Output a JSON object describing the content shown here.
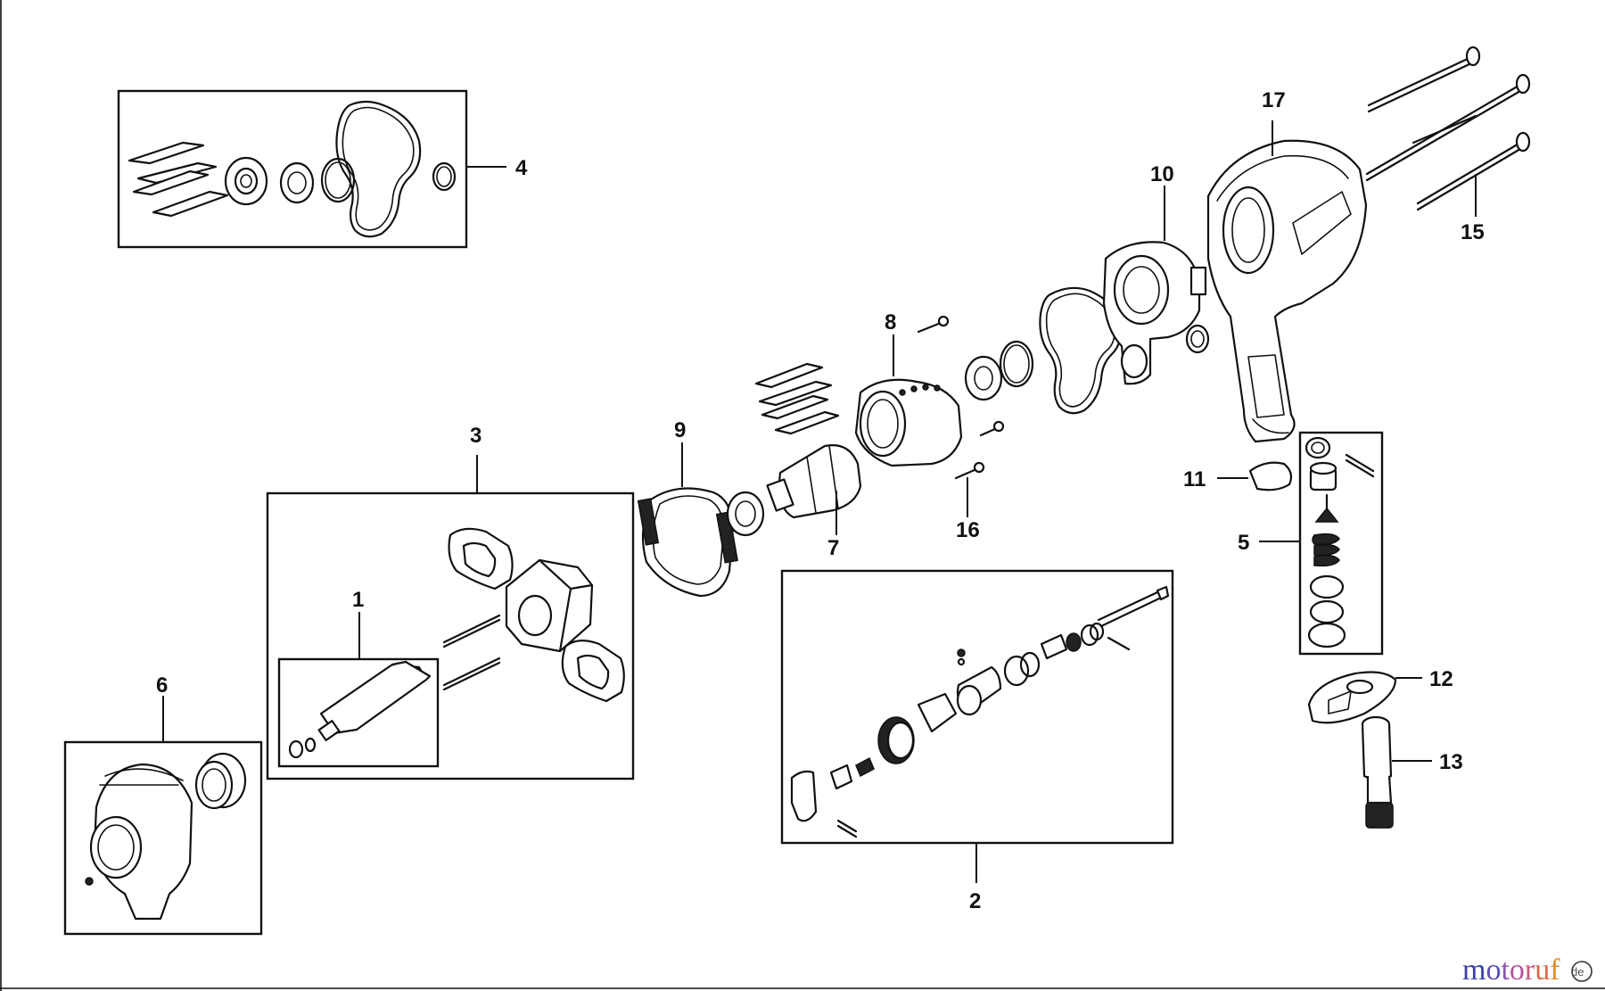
{
  "diagram": {
    "callouts": [
      {
        "id": "1",
        "text": "1"
      },
      {
        "id": "2",
        "text": "2"
      },
      {
        "id": "3",
        "text": "3"
      },
      {
        "id": "4",
        "text": "4"
      },
      {
        "id": "5",
        "text": "5"
      },
      {
        "id": "6",
        "text": "6"
      },
      {
        "id": "7",
        "text": "7"
      },
      {
        "id": "8",
        "text": "8"
      },
      {
        "id": "9",
        "text": "9"
      },
      {
        "id": "10",
        "text": "10"
      },
      {
        "id": "11",
        "text": "11"
      },
      {
        "id": "12",
        "text": "12"
      },
      {
        "id": "13",
        "text": "13"
      },
      {
        "id": "15",
        "text": "15"
      },
      {
        "id": "16",
        "text": "16"
      },
      {
        "id": "17",
        "text": "17"
      }
    ]
  },
  "watermark": {
    "text": "motoruf",
    "suffix": "de",
    "letter_colors": [
      "#3b3fa8",
      "#5a4fb5",
      "#8a55b0",
      "#b0559a",
      "#c9577a",
      "#d86a4a",
      "#e08a2a"
    ]
  }
}
